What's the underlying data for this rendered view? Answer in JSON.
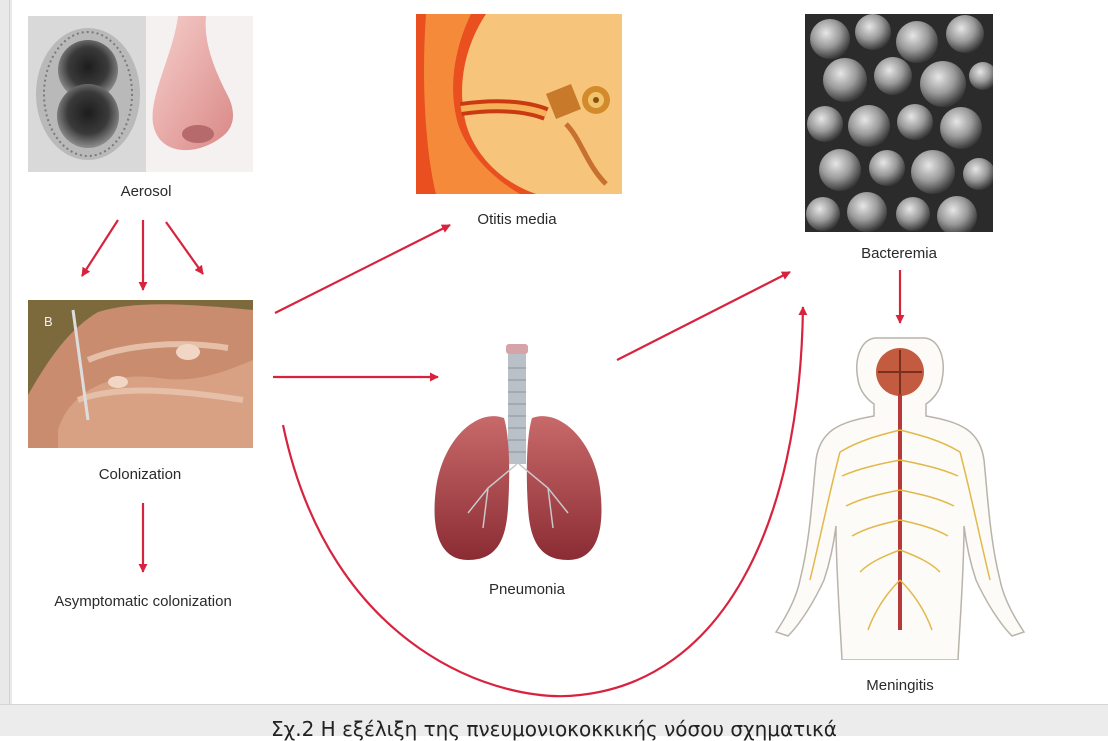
{
  "diagram": {
    "nodes": {
      "aerosol": {
        "label": "Aerosol"
      },
      "colonization": {
        "label": "Colonization"
      },
      "asymptomatic": {
        "label": "Asymptomatic colonization"
      },
      "otitis": {
        "label": "Otitis media"
      },
      "pneumonia": {
        "label": "Pneumonia"
      },
      "bacteremia": {
        "label": "Bacteremia"
      },
      "meningitis": {
        "label": "Meningitis"
      }
    },
    "edges": [
      {
        "from": "aerosol",
        "to": "colonization"
      },
      {
        "from": "colonization",
        "to": "asymptomatic"
      },
      {
        "from": "colonization",
        "to": "otitis"
      },
      {
        "from": "colonization",
        "to": "pneumonia"
      },
      {
        "from": "colonization",
        "to": "bacteremia"
      },
      {
        "from": "pneumonia",
        "to": "bacteremia"
      },
      {
        "from": "bacteremia",
        "to": "meningitis"
      }
    ],
    "arrow_color": "#d8233f",
    "caption": "Σχ.2  Η εξέλιξη της πνευμονιοκοκκικής νόσου σχηματικά"
  }
}
